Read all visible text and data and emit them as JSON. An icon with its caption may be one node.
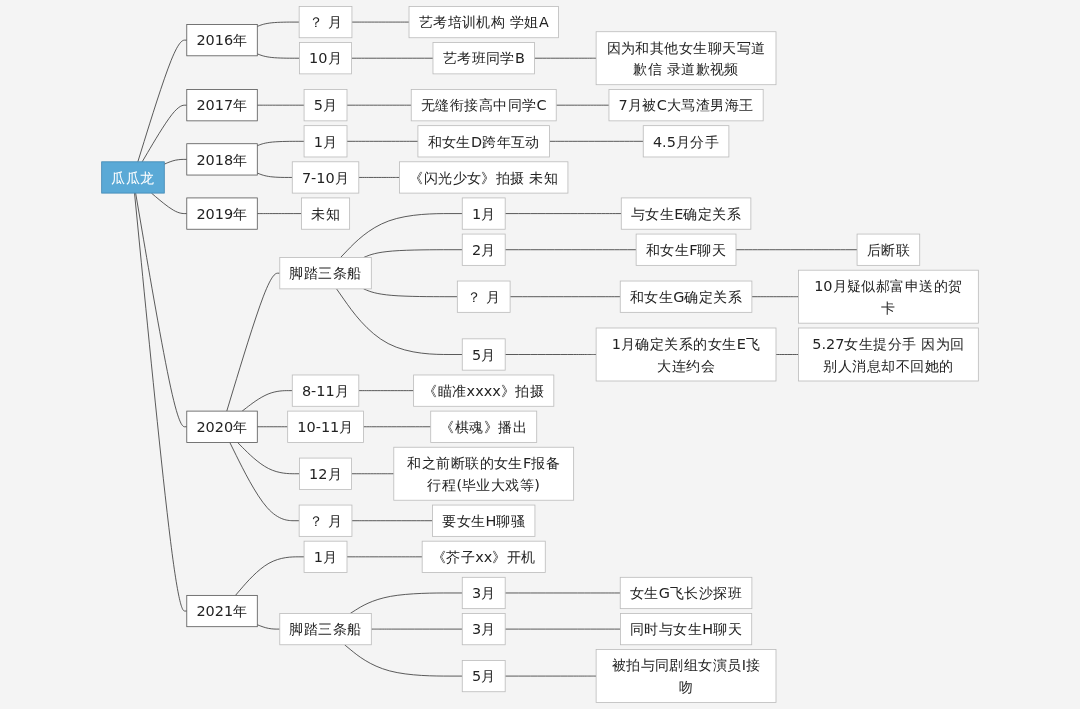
{
  "diagram": {
    "nodes": [
      {
        "text": [
          "瓜瓜龙"
        ]
      },
      {
        "text": [
          "2016年"
        ]
      },
      {
        "text": [
          "？ 月"
        ]
      },
      {
        "text": [
          "艺考培训机构 学姐A"
        ]
      },
      {
        "text": [
          "10月"
        ]
      },
      {
        "text": [
          "艺考班同学B"
        ]
      },
      {
        "text": [
          "因为和其他女生聊天写道歉信 录道歉视频"
        ]
      },
      {
        "text": [
          "2017年"
        ]
      },
      {
        "text": [
          "5月"
        ]
      },
      {
        "text": [
          "无缝衔接高中同学C"
        ]
      },
      {
        "text": [
          "7月被C大骂渣男海王"
        ]
      },
      {
        "text": [
          "2018年"
        ]
      },
      {
        "text": [
          "1月"
        ]
      },
      {
        "text": [
          "和女生D跨年互动"
        ]
      },
      {
        "text": [
          "4.5月分手"
        ]
      },
      {
        "text": [
          "7-10月"
        ]
      },
      {
        "text": [
          "《闪光少女》拍摄 未知"
        ]
      },
      {
        "text": [
          "2019年"
        ]
      },
      {
        "text": [
          "未知"
        ]
      },
      {
        "text": [
          "2020年"
        ]
      },
      {
        "text": [
          "脚踏三条船"
        ]
      },
      {
        "text": [
          "1月"
        ]
      },
      {
        "text": [
          "与女生E确定关系"
        ]
      },
      {
        "text": [
          "2月"
        ]
      },
      {
        "text": [
          "和女生F聊天"
        ]
      },
      {
        "text": [
          "后断联"
        ]
      },
      {
        "text": [
          "？ 月"
        ]
      },
      {
        "text": [
          "和女生G确定关系"
        ]
      },
      {
        "text": [
          "10月疑似郝富申送的贺卡"
        ]
      },
      {
        "text": [
          "5月"
        ]
      },
      {
        "text": [
          "1月确定关系的女生E飞大连约会"
        ]
      },
      {
        "text": [
          "5.27女生提分手 因为回别人消息却不回她的"
        ]
      },
      {
        "text": [
          "8-11月"
        ]
      },
      {
        "text": [
          "《瞄准xxxx》拍摄"
        ]
      },
      {
        "text": [
          "10-11月"
        ]
      },
      {
        "text": [
          "《棋魂》播出"
        ]
      },
      {
        "text": [
          "12月"
        ]
      },
      {
        "text": [
          "和之前断联的女生F报备行程(毕业大戏等)"
        ]
      },
      {
        "text": [
          "？ 月"
        ]
      },
      {
        "text": [
          "要女生H聊骚"
        ]
      },
      {
        "text": [
          "2021年"
        ]
      },
      {
        "text": [
          "1月"
        ]
      },
      {
        "text": [
          "《芥子xx》开机"
        ]
      },
      {
        "text": [
          "脚踏三条船"
        ]
      },
      {
        "text": [
          "3月"
        ]
      },
      {
        "text": [
          "女生G飞长沙探班"
        ]
      },
      {
        "text": [
          "3月"
        ]
      },
      {
        "text": [
          "同时与女生H聊天"
        ]
      },
      {
        "text": [
          "5月"
        ]
      },
      {
        "text": [
          "被拍与同剧组女演员I接吻"
        ]
      }
    ],
    "edges": [
      {
        "from": 0,
        "to": 1,
        "arrow": "none"
      },
      {
        "from": 1,
        "to": 2,
        "arrow": "none"
      },
      {
        "from": 2,
        "to": 3,
        "arrow": "none"
      },
      {
        "from": 1,
        "to": 4,
        "arrow": "none"
      },
      {
        "from": 4,
        "to": 5,
        "arrow": "none"
      },
      {
        "from": 5,
        "to": 6,
        "arrow": "none"
      },
      {
        "from": 0,
        "to": 7,
        "arrow": "none"
      },
      {
        "from": 7,
        "to": 8,
        "arrow": "none"
      },
      {
        "from": 8,
        "to": 9,
        "arrow": "none"
      },
      {
        "from": 9,
        "to": 10,
        "arrow": "none"
      },
      {
        "from": 0,
        "to": 11,
        "arrow": "none"
      },
      {
        "from": 11,
        "to": 12,
        "arrow": "none"
      },
      {
        "from": 12,
        "to": 13,
        "arrow": "none"
      },
      {
        "from": 13,
        "to": 14,
        "arrow": "none"
      },
      {
        "from": 11,
        "to": 15,
        "arrow": "none"
      },
      {
        "from": 15,
        "to": 16,
        "arrow": "none"
      },
      {
        "from": 0,
        "to": 17,
        "arrow": "none"
      },
      {
        "from": 17,
        "to": 18,
        "arrow": "none"
      },
      {
        "from": 0,
        "to": 19,
        "arrow": "none"
      },
      {
        "from": 19,
        "to": 20,
        "arrow": "none"
      },
      {
        "from": 20,
        "to": 21,
        "arrow": "none"
      },
      {
        "from": 21,
        "to": 22,
        "arrow": "none"
      },
      {
        "from": 20,
        "to": 23,
        "arrow": "none"
      },
      {
        "from": 23,
        "to": 24,
        "arrow": "none"
      },
      {
        "from": 24,
        "to": 25,
        "arrow": "none"
      },
      {
        "from": 20,
        "to": 26,
        "arrow": "none"
      },
      {
        "from": 26,
        "to": 27,
        "arrow": "none"
      },
      {
        "from": 27,
        "to": 28,
        "arrow": "none"
      },
      {
        "from": 20,
        "to": 29,
        "arrow": "none"
      },
      {
        "from": 29,
        "to": 30,
        "arrow": "none"
      },
      {
        "from": 30,
        "to": 31,
        "arrow": "none"
      },
      {
        "from": 19,
        "to": 32,
        "arrow": "none"
      },
      {
        "from": 32,
        "to": 33,
        "arrow": "none"
      },
      {
        "from": 19,
        "to": 34,
        "arrow": "none"
      },
      {
        "from": 34,
        "to": 35,
        "arrow": "none"
      },
      {
        "from": 19,
        "to": 36,
        "arrow": "none"
      },
      {
        "from": 36,
        "to": 37,
        "arrow": "none"
      },
      {
        "from": 19,
        "to": 38,
        "arrow": "none"
      },
      {
        "from": 38,
        "to": 39,
        "arrow": "none"
      },
      {
        "from": 0,
        "to": 40,
        "arrow": "none"
      },
      {
        "from": 40,
        "to": 41,
        "arrow": "none"
      },
      {
        "from": 41,
        "to": 42,
        "arrow": "none"
      },
      {
        "from": 40,
        "to": 43,
        "arrow": "none"
      },
      {
        "from": 43,
        "to": 44,
        "arrow": "none"
      },
      {
        "from": 44,
        "to": 45,
        "arrow": "none"
      },
      {
        "from": 43,
        "to": 46,
        "arrow": "none"
      },
      {
        "from": 46,
        "to": 47,
        "arrow": "none"
      },
      {
        "from": 43,
        "to": 48,
        "arrow": "none"
      },
      {
        "from": 48,
        "to": 49,
        "arrow": "none"
      }
    ]
  }
}
